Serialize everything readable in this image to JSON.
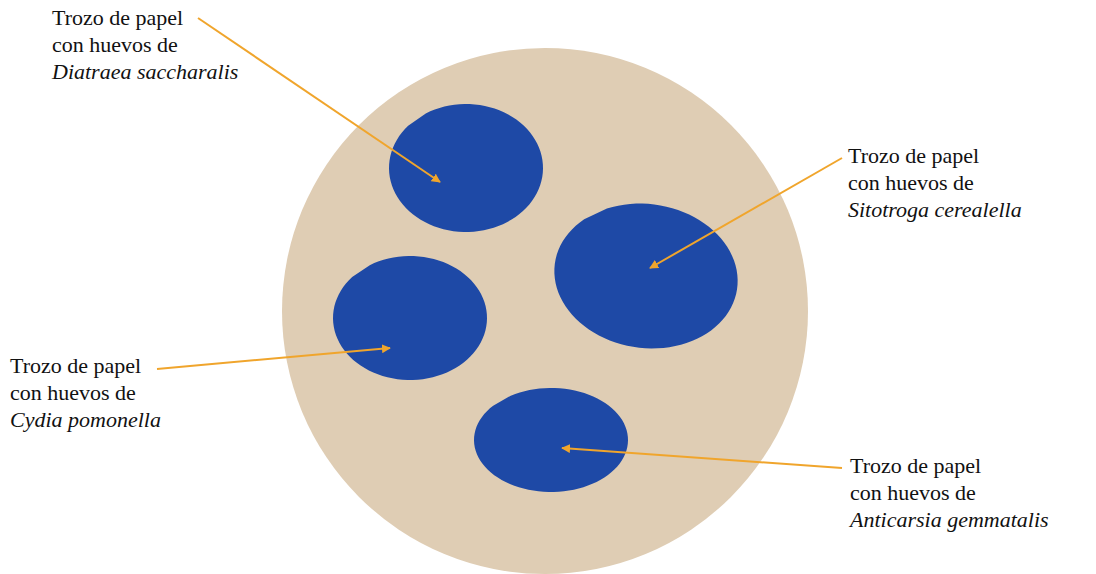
{
  "diagram": {
    "labels": [
      "Trozo de papel con huevos de",
      "Diatraea saccharalis",
      "Trozo de papel con huevos de",
      "Sitotroga cerealella",
      "Trozo de papel con huevos de",
      "Cydia pomonella",
      "Trozo de papel con huevos de",
      "Anticarsia gemmatalis"
    ]
  }
}
